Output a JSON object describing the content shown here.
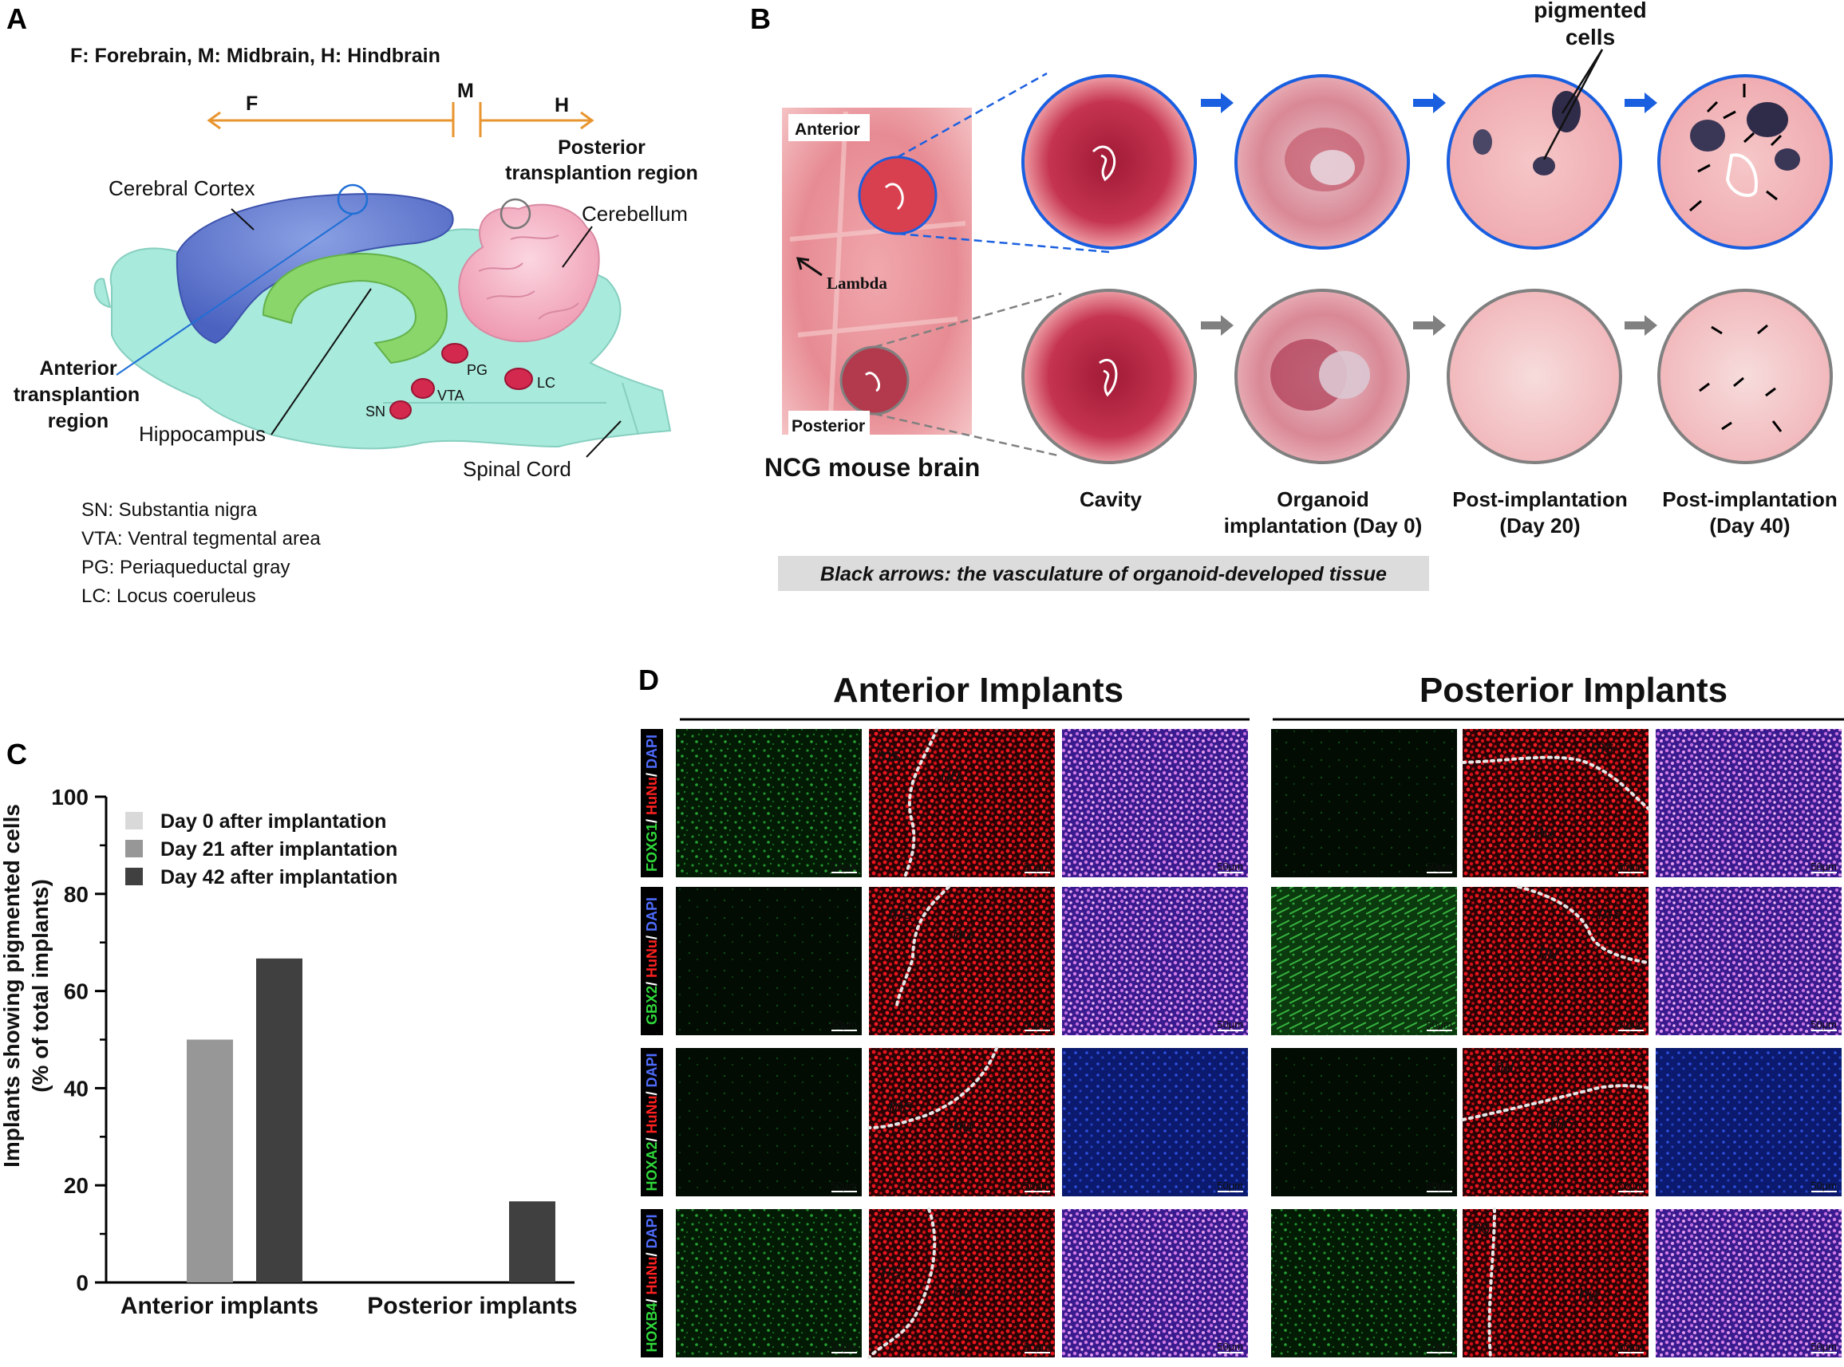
{
  "panel_labels": {
    "a": "A",
    "b": "B",
    "c": "C",
    "d": "D"
  },
  "panel_a": {
    "legend_title": "F: Forebrain, M: Midbrain, H: Hindbrain",
    "axis": {
      "f": "F",
      "m": "M",
      "h": "H"
    },
    "labels": {
      "cortex": "Cerebral Cortex",
      "posterior_line1": "Posterior",
      "posterior_line2": "transplantion region",
      "cerebellum": "Cerebellum",
      "anterior_line1": "Anterior",
      "anterior_line2": "transplantion",
      "anterior_line3": "region",
      "hippocampus": "Hippocampus",
      "spinal": "Spinal Cord",
      "pg": "PG",
      "vta": "VTA",
      "sn": "SN",
      "lc": "LC"
    },
    "abbreviations": [
      "SN: Substantia nigra",
      "VTA: Ventral tegmental area",
      "PG: Periaqueductal gray",
      "LC: Locus coeruleus"
    ],
    "colors": {
      "orange": "#e8952f",
      "blue_label": "#1f6fd6",
      "cortex": "#5b72c9",
      "hippo": "#8ad66a",
      "cerebellum": "#f2aec1",
      "brain": "#a8eadc",
      "nuclei": "#d4294e"
    }
  },
  "panel_b": {
    "pigmented_line1": "pigmented",
    "pigmented_line2": "cells",
    "anterior": "Anterior",
    "posterior": "Posterior",
    "lambda": "Lambda",
    "brain_caption": "NCG mouse brain",
    "captions": [
      {
        "l1": "Cavity",
        "l2": ""
      },
      {
        "l1": "Organoid",
        "l2": "implantation (Day 0)"
      },
      {
        "l1": "Post-implantation",
        "l2": "(Day 20)"
      },
      {
        "l1": "Post-implantation",
        "l2": "(Day 40)"
      }
    ],
    "note": "Black arrows: the vasculature of organoid-developed tissue",
    "colors": {
      "top_ring": "#1a5fe0",
      "bottom_ring": "#808080"
    }
  },
  "chart_data": {
    "type": "bar",
    "categories": [
      "Anterior implants",
      "Posterior implants"
    ],
    "series": [
      {
        "name": "Day 0 after implantation",
        "values": [
          0,
          0
        ],
        "color": "#d9d9d9"
      },
      {
        "name": "Day 21 after implantation",
        "values": [
          50,
          0
        ],
        "color": "#979797"
      },
      {
        "name": "Day 42 after implantation",
        "values": [
          66.7,
          16.7
        ],
        "color": "#404040"
      }
    ],
    "ylabel_line1": "Implants showing pigmented cells",
    "ylabel_line2": "(% of total implants)",
    "xlabel": "",
    "ylim": [
      0,
      100
    ],
    "yticks": [
      0,
      20,
      40,
      60,
      80,
      100
    ],
    "legend_position": "top-left",
    "grid": false
  },
  "panel_d": {
    "anterior_title": "Anterior Implants",
    "posterior_title": "Posterior Implants",
    "rows": [
      {
        "marker": "FOXG1",
        "sep1": "/ ",
        "hunu": "HuNu",
        "sep2": "/ ",
        "dapi": "DAPI"
      },
      {
        "marker": "GBX2",
        "sep1": "/ ",
        "hunu": "HuNu",
        "sep2": "/ ",
        "dapi": "DAPI"
      },
      {
        "marker": "HOXA2",
        "sep1": "/ ",
        "hunu": "HuNu",
        "sep2": "/ ",
        "dapi": "DAPI"
      },
      {
        "marker": "HOXB4",
        "sep1": "/ ",
        "hunu": "HuNu",
        "sep2": "/ ",
        "dapi": "DAPI"
      }
    ],
    "ms": "ms",
    "hu": "hu",
    "scale": "50μm"
  }
}
